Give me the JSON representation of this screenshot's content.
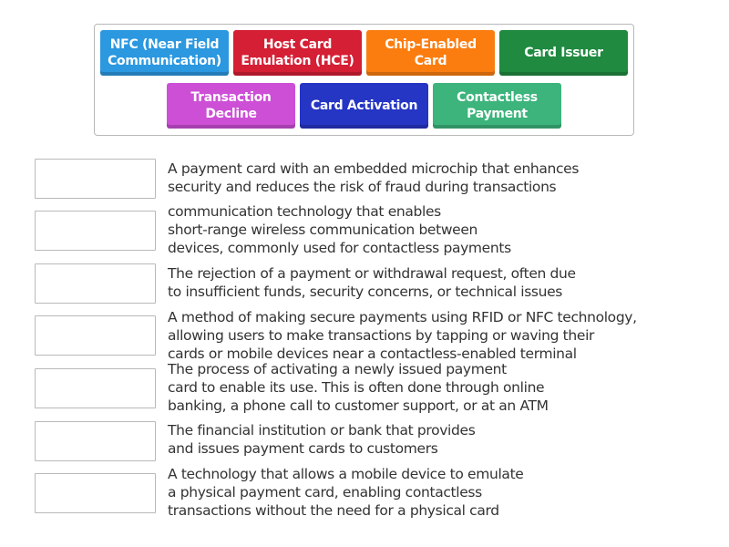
{
  "tiles": [
    {
      "label": "NFC (Near Field Communication)",
      "color": "#2b98e0"
    },
    {
      "label": "Host Card Emulation (HCE)",
      "color": "#d41f35"
    },
    {
      "label": "Chip-Enabled Card",
      "color": "#fb7d10"
    },
    {
      "label": "Card Issuer",
      "color": "#1f8a40"
    },
    {
      "label": "Transaction Decline",
      "color": "#cc4fd6"
    },
    {
      "label": "Card Activation",
      "color": "#2535c4"
    },
    {
      "label": "Contactless Payment",
      "color": "#3cb47c"
    }
  ],
  "rows": [
    {
      "slot_value": "",
      "description": "A payment card with an embedded microchip that enhances\nsecurity and reduces the risk of fraud during transactions"
    },
    {
      "slot_value": "",
      "description": "communication technology that enables\nshort-range wireless communication between\ndevices, commonly used for contactless payments"
    },
    {
      "slot_value": "",
      "description": "The rejection of a payment or withdrawal request, often due\nto insufficient funds, security concerns, or technical issues"
    },
    {
      "slot_value": "",
      "description": "A method of making secure payments using RFID or NFC technology,\nallowing users to make transactions by tapping or waving their\ncards or mobile devices near a contactless-enabled terminal"
    },
    {
      "slot_value": "",
      "description": "The process of activating a newly issued payment\ncard to enable its use. This is often done through online\nbanking, a phone call to customer support, or at an ATM"
    },
    {
      "slot_value": "",
      "description": "The financial institution or bank that provides\nand issues payment cards to customers"
    },
    {
      "slot_value": "",
      "description": "A technology that allows a mobile device to emulate\na physical payment card, enabling contactless\ntransactions without the need for a physical card"
    }
  ]
}
